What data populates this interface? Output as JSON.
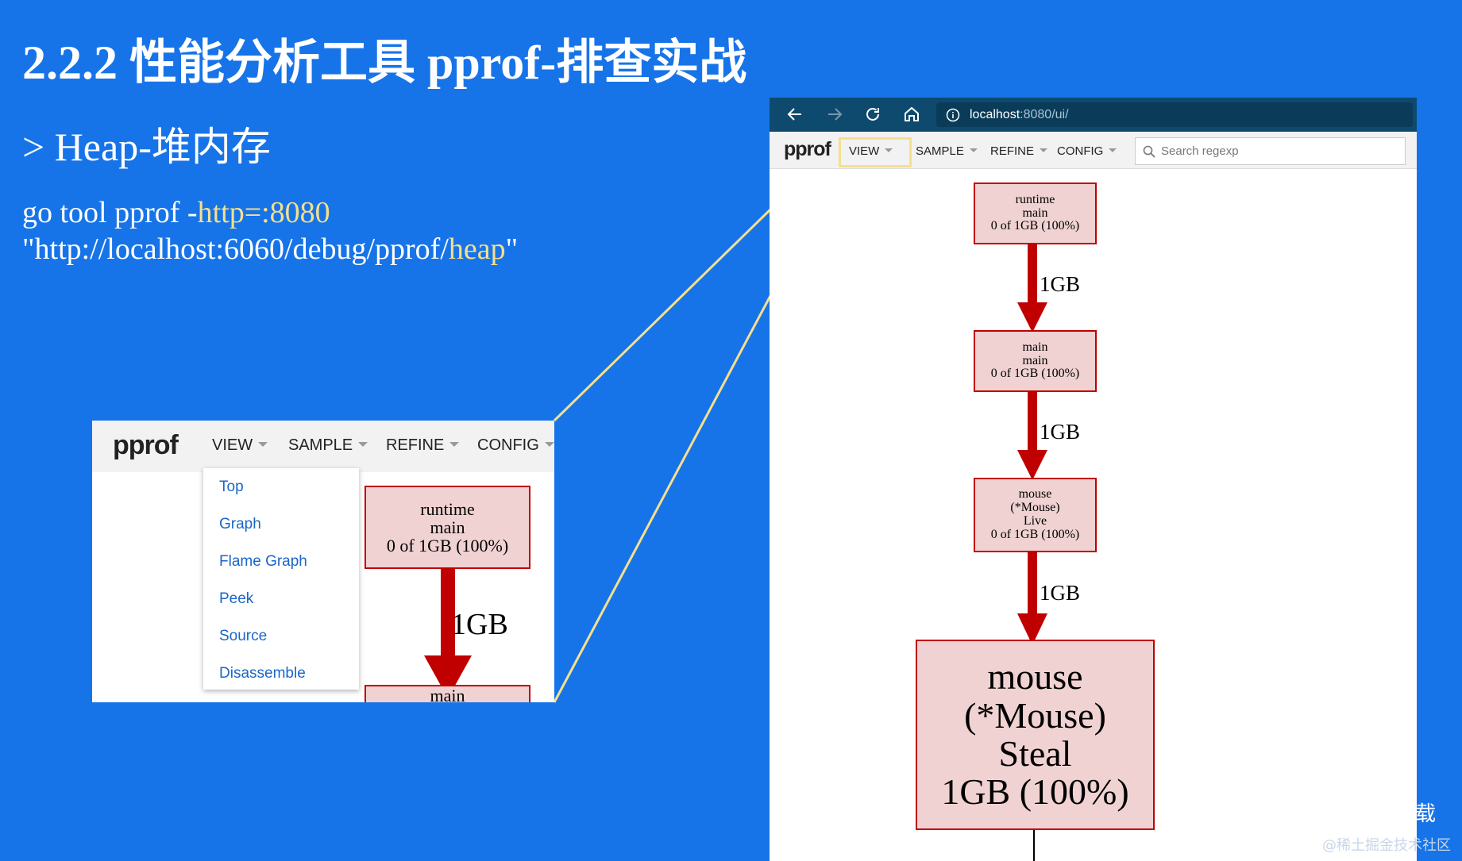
{
  "slide": {
    "title": "2.2.2 性能分析工具 pprof-排查实战",
    "subtitle": "> Heap-堆内存",
    "command": {
      "line1_plain": "go tool pprof -",
      "line1_highlight": "http=:8080",
      "line2_plain": " \"http://localhost:6060/debug/pprof/",
      "line2_highlight": "heap",
      "line2_end": "\""
    },
    "side_char": "载",
    "watermark": "@稀土掘金技术社区"
  },
  "inset": {
    "logo": "pprof",
    "menu": [
      "VIEW",
      "SAMPLE",
      "REFINE",
      "CONFIG"
    ],
    "dropdown": [
      "Top",
      "Graph",
      "Flame Graph",
      "Peek",
      "Source",
      "Disassemble"
    ],
    "node1": [
      "runtime",
      "main",
      "0 of 1GB (100%)"
    ],
    "edge_label": "1GB",
    "node2_partial": "main"
  },
  "browser": {
    "url_host": "localhost",
    "url_rest": ":8080/ui/",
    "logo": "pprof",
    "menu": [
      "VIEW",
      "SAMPLE",
      "REFINE",
      "CONFIG"
    ],
    "search_placeholder": "Search regexp",
    "nodes": [
      [
        "runtime",
        "main",
        "0 of 1GB (100%)"
      ],
      [
        "main",
        "main",
        "0 of 1GB (100%)"
      ],
      [
        "mouse",
        "(*Mouse)",
        "Live",
        "0 of 1GB (100%)"
      ],
      [
        "mouse",
        "(*Mouse)",
        "Steal",
        "1GB (100%)"
      ]
    ],
    "edge_labels": [
      "1GB",
      "1GB",
      "1GB"
    ]
  },
  "colors": {
    "background": "#1774e8",
    "highlight": "#f6df8c",
    "node_fill": "#f0d2d2",
    "node_border": "#c00000",
    "edge": "#c00000"
  }
}
